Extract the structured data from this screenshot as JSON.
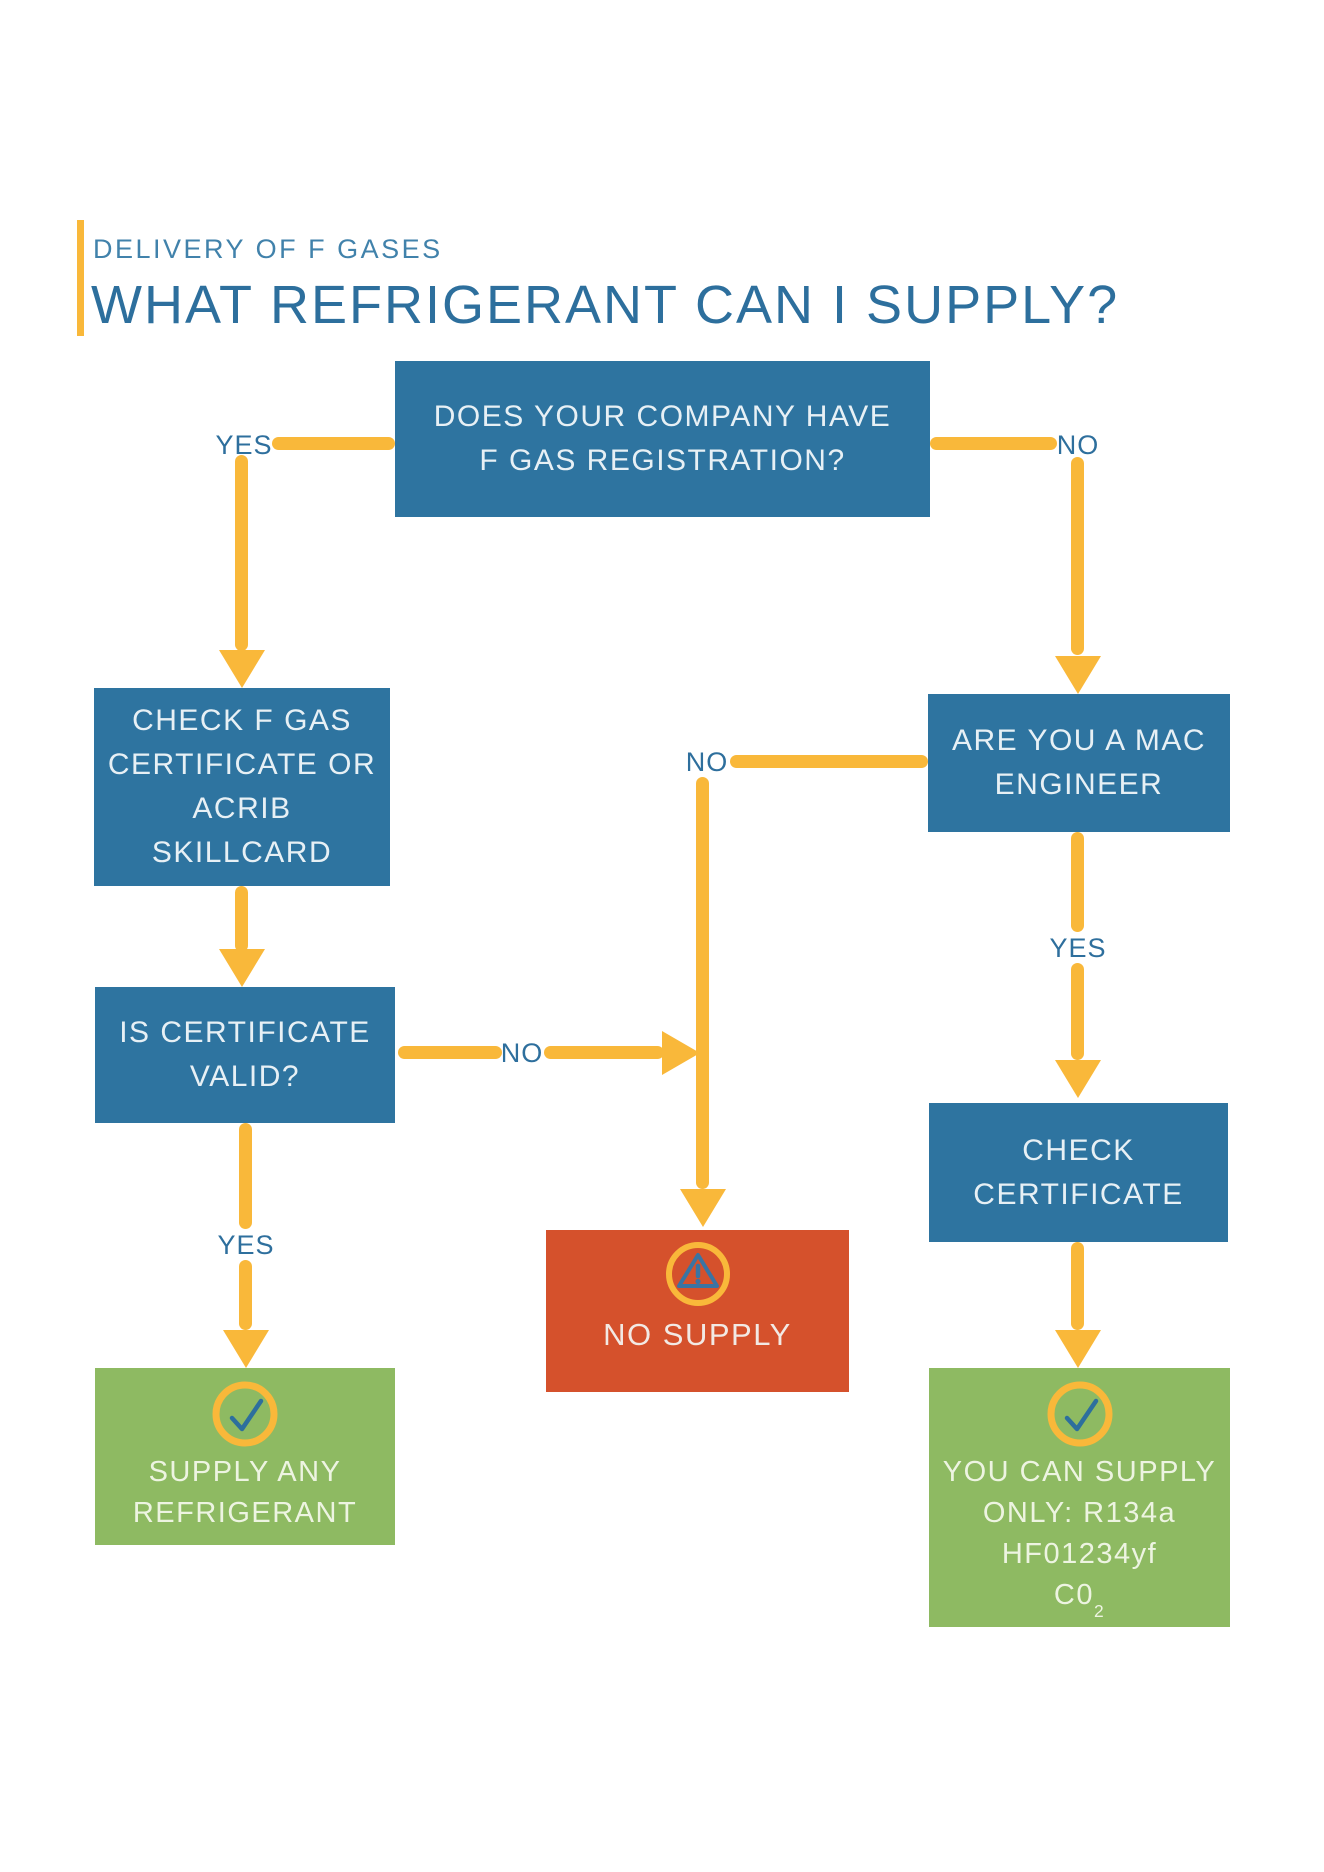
{
  "title": {
    "eyebrow": "DELIVERY OF F GASES",
    "heading": "WHAT REFRIGERANT CAN I SUPPLY?"
  },
  "colors": {
    "node_blue": "#2E74A0",
    "arrow_yellow": "#F9B83A",
    "stop_red": "#D5512C",
    "go_green": "#8EBA62",
    "label_blue": "#2E6F9D"
  },
  "nodes": {
    "q1": {
      "lines": [
        "DOES YOUR COMPANY HAVE",
        "F GAS REGISTRATION?"
      ]
    },
    "q2": {
      "lines": [
        "CHECK F GAS",
        "CERTIFICATE OR",
        "ACRIB",
        "SKILLCARD"
      ]
    },
    "q3": {
      "lines": [
        "IS CERTIFICATE",
        "VALID?"
      ]
    },
    "q4": {
      "lines": [
        "ARE YOU A MAC",
        "ENGINEER"
      ]
    },
    "q5": {
      "lines": [
        "CHECK",
        "CERTIFICATE"
      ]
    },
    "no_supply": {
      "icon": "warning-icon",
      "label": "NO SUPPLY"
    },
    "supply_any": {
      "icon": "check-icon",
      "lines": [
        "SUPPLY ANY",
        "REFRIGERANT"
      ]
    },
    "supply_limited": {
      "icon": "check-icon",
      "lines": [
        "YOU CAN SUPPLY",
        "ONLY: R134a",
        "HF01234yf"
      ],
      "formula_base": "C0",
      "formula_sub": "2"
    }
  },
  "edges": {
    "q1_yes": {
      "label": "YES"
    },
    "q1_no": {
      "label": "NO"
    },
    "q3_no": {
      "label": "NO"
    },
    "q3_yes": {
      "label": "YES"
    },
    "q4_no": {
      "label": "NO"
    },
    "q4_yes": {
      "label": "YES"
    }
  }
}
